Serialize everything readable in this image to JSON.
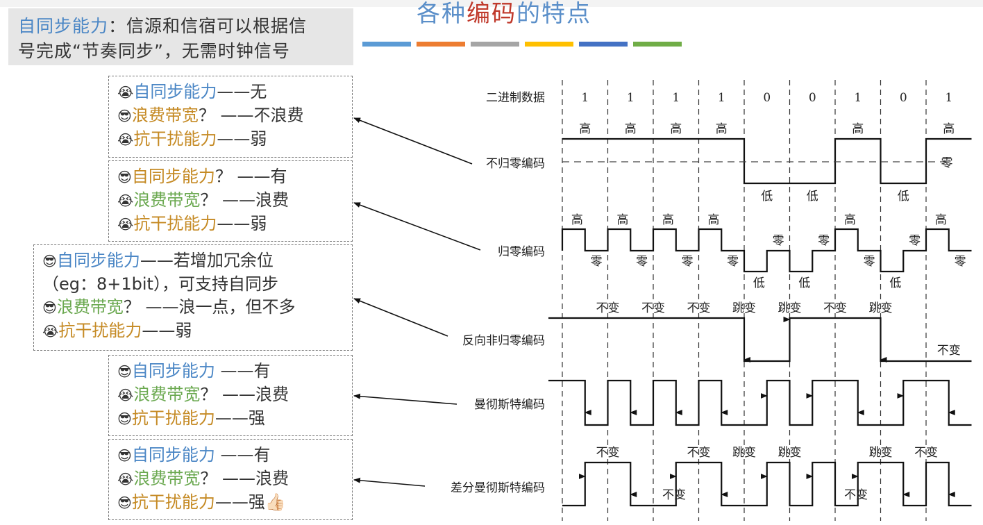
{
  "title": {
    "part1": "各种",
    "part2": "编码",
    "part3": "的特点"
  },
  "definition": {
    "term": "自同步能力",
    "colon": "：",
    "text_line1": "信源和信宿可以根据信",
    "text_line2": "号完成“节奏同步”，无需时钟信号"
  },
  "colors": [
    "#5b9bd5",
    "#ed7d31",
    "#a5a5a5",
    "#ffc000",
    "#4472c4",
    "#70ad47"
  ],
  "boxes": [
    {
      "lines": [
        {
          "icon": "crying-emoji",
          "emoji": "😭",
          "label": "自同步能力",
          "color": "blue",
          "rest": "——无"
        },
        {
          "icon": "sunglasses-emoji",
          "emoji": "😎",
          "label": "浪费带宽",
          "color": "orange",
          "rest": "？ ——不浪费"
        },
        {
          "icon": "crying-emoji",
          "emoji": "😭",
          "label": "抗干扰能力",
          "color": "orange",
          "rest": "——弱"
        }
      ]
    },
    {
      "lines": [
        {
          "icon": "sunglasses-emoji",
          "emoji": "😎",
          "label": "自同步能力",
          "color": "orange",
          "rest": "？ ——有"
        },
        {
          "icon": "crying-emoji",
          "emoji": "😭",
          "label": "浪费带宽",
          "color": "green",
          "rest": "？ ——浪费"
        },
        {
          "icon": "crying-emoji",
          "emoji": "😭",
          "label": "抗干扰能力",
          "color": "orange",
          "rest": "——弱"
        }
      ]
    },
    {
      "lines": [
        {
          "icon": "sunglasses-emoji",
          "emoji": "😎",
          "label": "自同步能力",
          "color": "blue",
          "rest": "——若增加冗余位"
        },
        {
          "icon": "",
          "emoji": "",
          "label": "",
          "color": "blue",
          "rest": "（eg：8+1bit），可支持自同步"
        },
        {
          "icon": "sunglasses-emoji",
          "emoji": "😎",
          "label": "浪费带宽",
          "color": "green",
          "rest": "？ ——浪一点，但不多"
        },
        {
          "icon": "crying-emoji",
          "emoji": "😭",
          "label": "抗干扰能力",
          "color": "orange",
          "rest": "——弱"
        }
      ]
    },
    {
      "lines": [
        {
          "icon": "sunglasses-emoji",
          "emoji": "😎",
          "label": "自同步能力",
          "color": "blue",
          "rest": " ——有"
        },
        {
          "icon": "crying-emoji",
          "emoji": "😭",
          "label": "浪费带宽",
          "color": "green",
          "rest": "？ ——浪费"
        },
        {
          "icon": "sunglasses-emoji",
          "emoji": "😎",
          "label": "抗干扰能力",
          "color": "orange",
          "rest": "——强"
        }
      ]
    },
    {
      "lines": [
        {
          "icon": "sunglasses-emoji",
          "emoji": "😎",
          "label": "自同步能力",
          "color": "blue",
          "rest": " ——有"
        },
        {
          "icon": "crying-emoji",
          "emoji": "😭",
          "label": "浪费带宽",
          "color": "green",
          "rest": "？ ——浪费"
        },
        {
          "icon": "sunglasses-emoji",
          "emoji": "😎",
          "label": "抗干扰能力",
          "color": "orange",
          "rest": "——强👍🏻"
        }
      ]
    }
  ],
  "diagram": {
    "data_label": "二进制数据",
    "bits": [
      "1",
      "1",
      "1",
      "1",
      "0",
      "0",
      "1",
      "0",
      "1"
    ],
    "rows": [
      {
        "name": "不归零编码"
      },
      {
        "name": "归零编码"
      },
      {
        "name": "反向非归零编码"
      },
      {
        "name": "曼彻斯特编码"
      },
      {
        "name": "差分曼彻斯特编码"
      }
    ],
    "words": {
      "high": "高",
      "low": "低",
      "zero": "零",
      "same": "不变",
      "jump": "跳变"
    },
    "nrzi_marks": [
      "不变",
      "不变",
      "不变",
      "跳变",
      "跳变",
      "不变",
      "跳变",
      "不变"
    ],
    "diff_top_marks": [
      {
        "slot": 1,
        "word": "不变"
      },
      {
        "slot": 3,
        "word": "不变"
      },
      {
        "slot": 4,
        "word": "跳变"
      },
      {
        "slot": 5,
        "word": "跳变"
      },
      {
        "slot": 7,
        "word": "跳变"
      },
      {
        "slot": 8,
        "word": "不变"
      }
    ],
    "diff_bottom_marks": [
      {
        "slot": 2,
        "word": "不变"
      },
      {
        "slot": 6,
        "word": "不变"
      }
    ]
  }
}
